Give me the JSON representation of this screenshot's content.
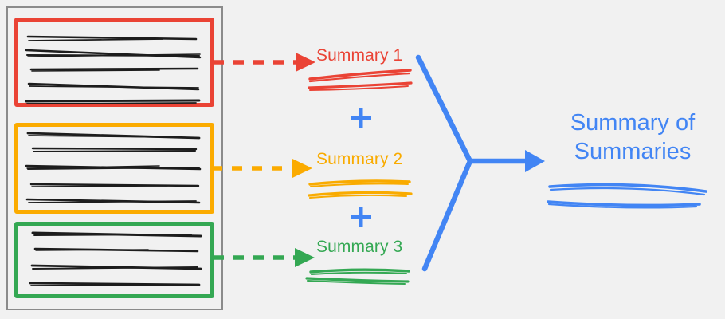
{
  "diagram": {
    "title_final": "Summary of Summaries",
    "final_line_1": "Summary of",
    "final_line_2": "Summaries",
    "colors": {
      "background": "#f1f1f1",
      "document_border": "#8b8b8b",
      "red": "#ea4335",
      "orange": "#fbab00",
      "green": "#34a853",
      "blue": "#4285f4",
      "text_lines": "#1d1d1d"
    },
    "source_document": {
      "name": "document-panel",
      "chunks": [
        {
          "id": "chunk-1",
          "color": "#ea4335",
          "line_count": 5
        },
        {
          "id": "chunk-2",
          "color": "#fbab00",
          "line_count": 5
        },
        {
          "id": "chunk-3",
          "color": "#34a853",
          "line_count": 4
        }
      ]
    },
    "summaries": [
      {
        "label": "Summary 1",
        "color": "#ea4335"
      },
      {
        "label": "Summary 2",
        "color": "#f9ab00"
      },
      {
        "label": "Summary 3",
        "color": "#34a853"
      }
    ],
    "operators": [
      {
        "symbol": "+",
        "color": "#4285f4"
      },
      {
        "symbol": "+",
        "color": "#4285f4"
      }
    ],
    "arrows": [
      {
        "name": "arrow-chunk-1-to-summary-1",
        "style": "dashed",
        "color": "#ea4335"
      },
      {
        "name": "arrow-chunk-2-to-summary-2",
        "style": "dashed",
        "color": "#fbab00"
      },
      {
        "name": "arrow-chunk-3-to-summary-3",
        "style": "dashed",
        "color": "#34a853"
      },
      {
        "name": "arrow-merge-to-final",
        "style": "solid",
        "color": "#4285f4"
      }
    ]
  }
}
